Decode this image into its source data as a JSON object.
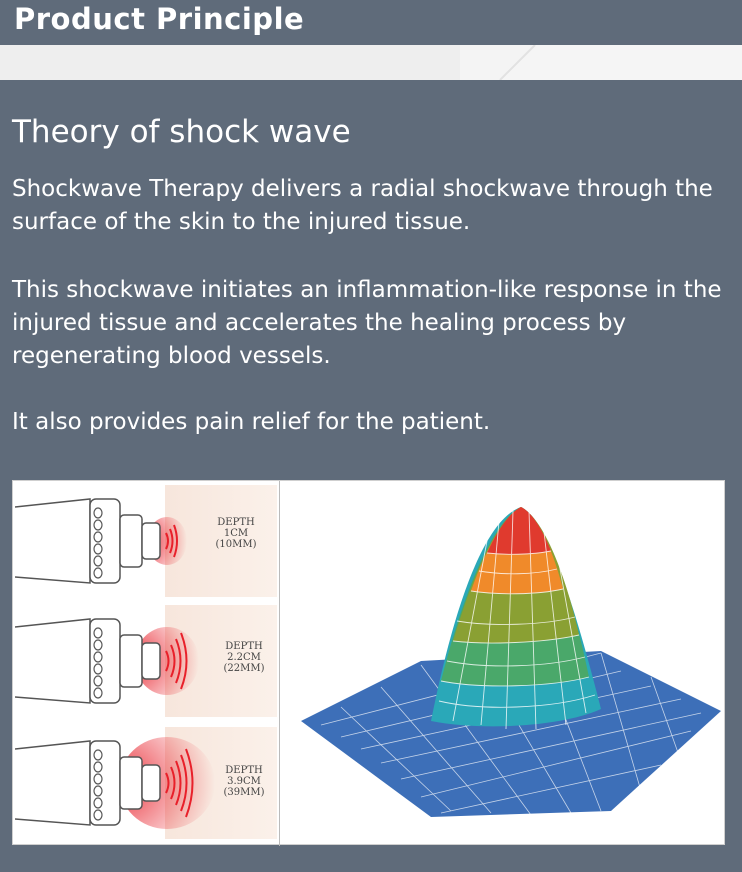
{
  "header": {
    "title": "Product Principle"
  },
  "section": {
    "title": "Theory of shock wave",
    "paragraphs": [
      "Shockwave Therapy delivers a radial shockwave through the surface of the skin to the injured tissue.",
      "This shockwave initiates an inflammation-like response in the injured tissue and accelerates the healing process by regenerating blood vessels.",
      "It also provides pain relief for the patient."
    ]
  },
  "figure": {
    "panels": [
      {
        "depth_label": "DEPTH",
        "depth_cm": "1CM",
        "depth_mm": "(10MM)"
      },
      {
        "depth_label": "DEPTH",
        "depth_cm": "2.2CM",
        "depth_mm": "(22MM)"
      },
      {
        "depth_label": "DEPTH",
        "depth_cm": "3.9CM",
        "depth_mm": "(39MM)"
      }
    ]
  },
  "colors": {
    "background": "#5f6b7a",
    "band": "#eeeeee",
    "text": "#ffffff",
    "wave_red": "#e8202a",
    "peak_red": "#e03a2e",
    "peak_orange": "#f08a2a",
    "peak_olive": "#8aa033",
    "peak_green": "#4aa86a",
    "peak_teal": "#2aa8b8",
    "grid_blue": "#3d6fb8"
  }
}
